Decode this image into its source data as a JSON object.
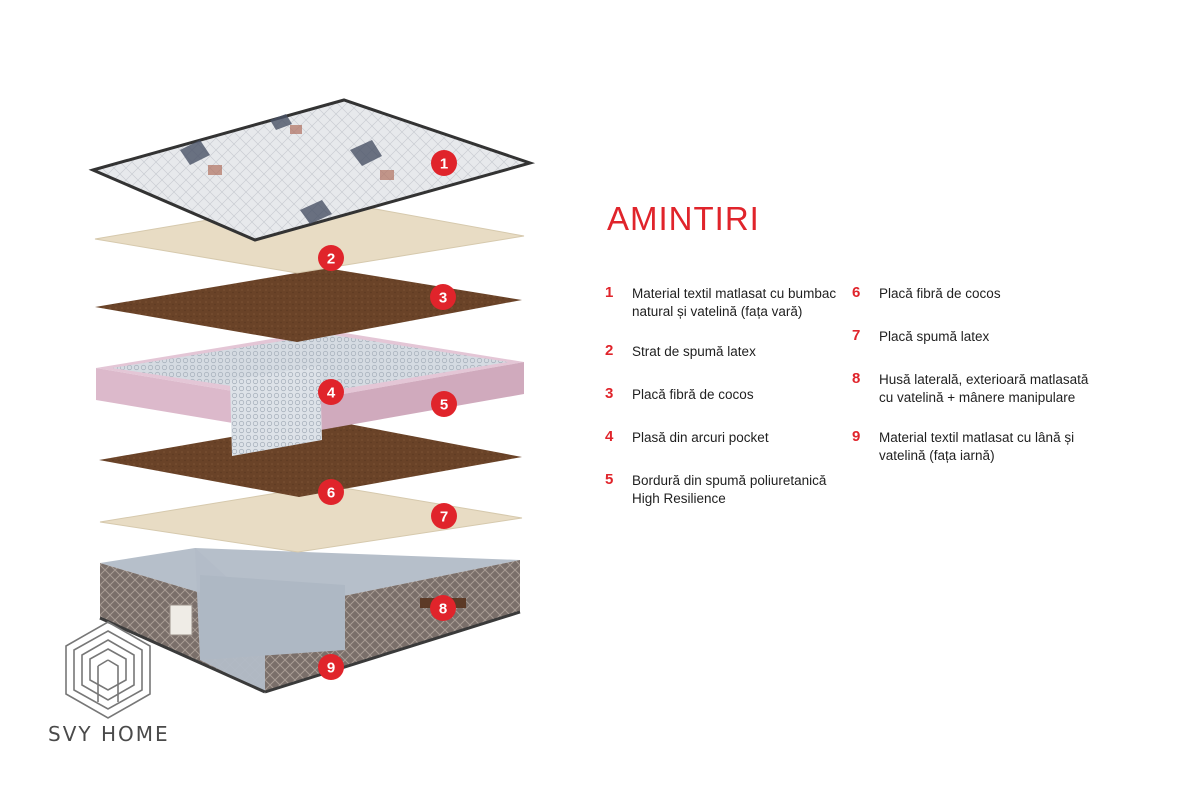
{
  "title": "AMINTIRI",
  "brand": "SVY HOME",
  "colors": {
    "accent": "#e0242b",
    "latex": "#e8dcc4",
    "coconut": "#6a4328",
    "spring_border": "#e4c6d6",
    "springs": "#d5dbe2",
    "cover_top": "#e7e9ec",
    "side_fabric": "#766b66",
    "base": "#b6bfca"
  },
  "badges": [
    "1",
    "2",
    "3",
    "4",
    "5",
    "6",
    "7",
    "8",
    "9"
  ],
  "legend": {
    "left": [
      {
        "num": "1",
        "text": "Material textil matlasat cu bumbac natural și vatelină (fața vară)"
      },
      {
        "num": "2",
        "text": "Strat de spumă latex"
      },
      {
        "num": "3",
        "text": "Placă fibră de cocos"
      },
      {
        "num": "4",
        "text": "Plasă din arcuri pocket"
      },
      {
        "num": "5",
        "text": "Bordură din spumă poliuretanică High Resilience"
      }
    ],
    "right": [
      {
        "num": "6",
        "text": "Placă fibră de cocos"
      },
      {
        "num": "7",
        "text": "Placă spumă latex"
      },
      {
        "num": "8",
        "text": "Husă laterală, exterioară matlasată cu vatelină + mânere manipulare"
      },
      {
        "num": "9",
        "text": "Material textil matlasat cu lână și vatelină (fața iarnă)"
      }
    ]
  }
}
